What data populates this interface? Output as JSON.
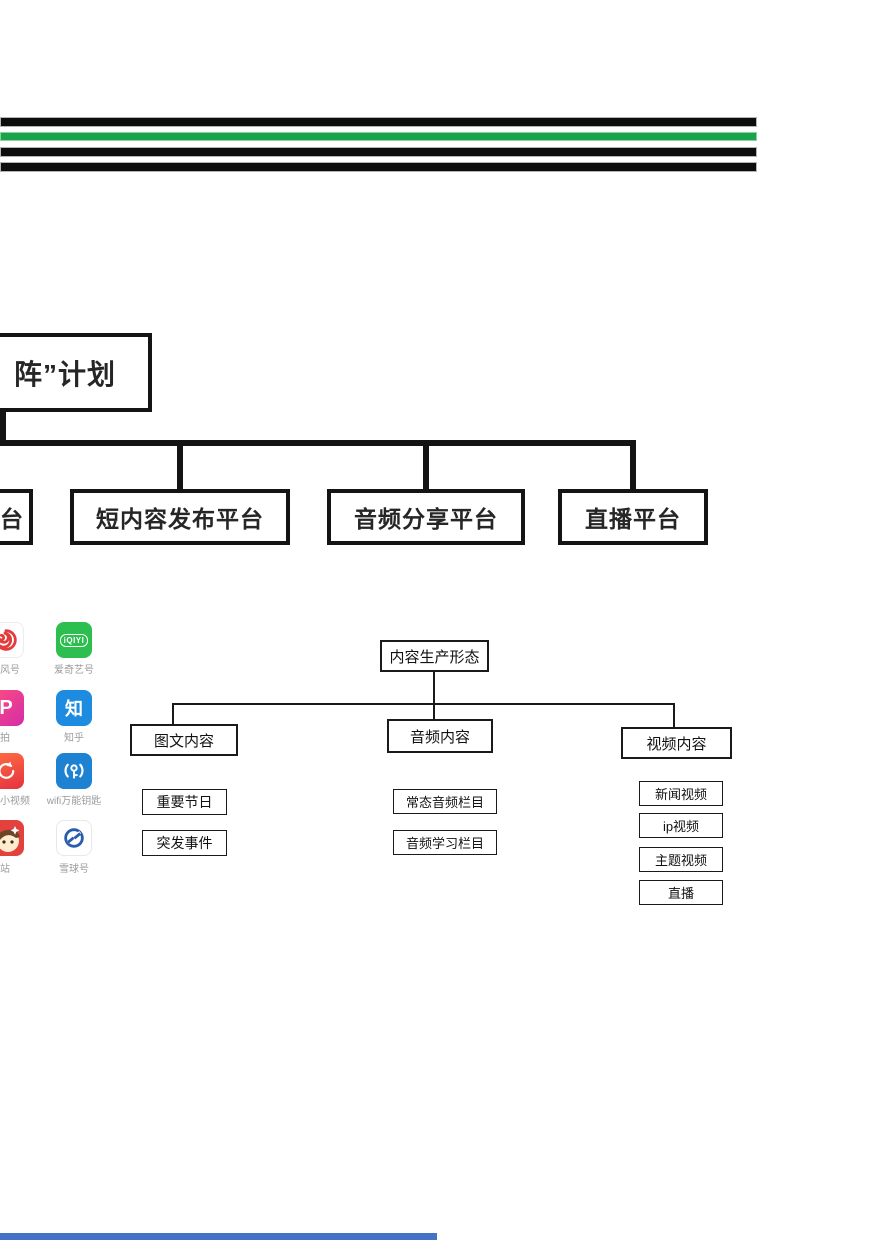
{
  "colors": {
    "stripe_black": "#0d0d0d",
    "stripe_green": "#18a44a",
    "iqiyi_green": "#2cbe4e",
    "zhihu_blue": "#1d8ce0",
    "wifi_blue": "#1e82d2",
    "xueqiu_logo_blue": "#2a5cad",
    "footer_blue": "#4472c4"
  },
  "plan": {
    "title_visible": "阵”计划"
  },
  "platforms": {
    "partial_label": "台",
    "items": [
      "短内容发布平台",
      "音频分享平台",
      "直播平台"
    ]
  },
  "apps": [
    {
      "id": "fenghao",
      "label": "风号"
    },
    {
      "id": "iqiyi",
      "label": "爱奇艺号",
      "badge": "iQIYI"
    },
    {
      "id": "paike",
      "label": "拍",
      "glyph": "P"
    },
    {
      "id": "zhihu",
      "label": "知乎",
      "glyph": "知"
    },
    {
      "id": "xiaoshipin",
      "label": "小视频"
    },
    {
      "id": "wifi",
      "label": "wifi万能钥匙"
    },
    {
      "id": "zhan",
      "label": "站"
    },
    {
      "id": "xueqiu",
      "label": "雪球号"
    }
  ],
  "content_tree": {
    "root": "内容生产形态",
    "branches": [
      {
        "label": "图文内容",
        "children": [
          "重要节日",
          "突发事件"
        ]
      },
      {
        "label": "音频内容",
        "children": [
          "常态音频栏目",
          "音频学习栏目"
        ]
      },
      {
        "label": "视频内容",
        "children": [
          "新闻视频",
          "ip视频",
          "主题视频",
          "直播"
        ]
      }
    ]
  }
}
